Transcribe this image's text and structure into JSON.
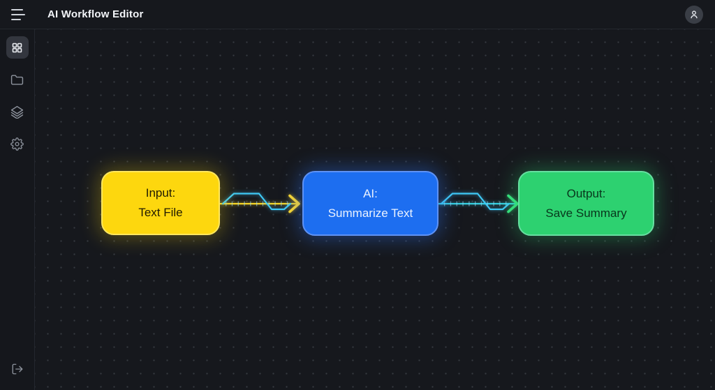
{
  "header": {
    "title": "AI Workflow Editor",
    "menu_icon": "hamburger-icon",
    "avatar_icon": "user-icon"
  },
  "sidebar": {
    "items": [
      {
        "name": "dashboard",
        "icon": "grid-icon",
        "active": true
      },
      {
        "name": "projects",
        "icon": "folder-icon",
        "active": false
      },
      {
        "name": "layers",
        "icon": "layers-icon",
        "active": false
      },
      {
        "name": "settings",
        "icon": "gear-icon",
        "active": false
      }
    ],
    "footer_item": {
      "name": "logout",
      "icon": "logout-icon"
    }
  },
  "canvas": {
    "background": "#16181d",
    "dot_color": "#2b2f37",
    "nodes": [
      {
        "id": "input",
        "line1": "Input:",
        "line2": "Text File",
        "fill": "#FDD70E",
        "border": "#FFE75E",
        "text_color": "#211B02"
      },
      {
        "id": "ai",
        "line1": "AI:",
        "line2": "Summarize Text",
        "fill": "#1D6EF0",
        "border": "#5E92F5",
        "text_color": "#EAF2FF"
      },
      {
        "id": "output",
        "line1": "Output:",
        "line2": "Save Summary",
        "fill": "#2DD170",
        "border": "#66DFA0",
        "text_color": "#08361C"
      }
    ],
    "connections": [
      {
        "from": "input",
        "to": "ai",
        "line_color": "#F5D525",
        "wave_color": "#3FC9F5",
        "arrow_color": "#FFD929"
      },
      {
        "from": "ai",
        "to": "output",
        "line_color": "#35CFE0",
        "wave_color": "#3FC9F5",
        "arrow_color": "#37DF7D"
      }
    ]
  }
}
